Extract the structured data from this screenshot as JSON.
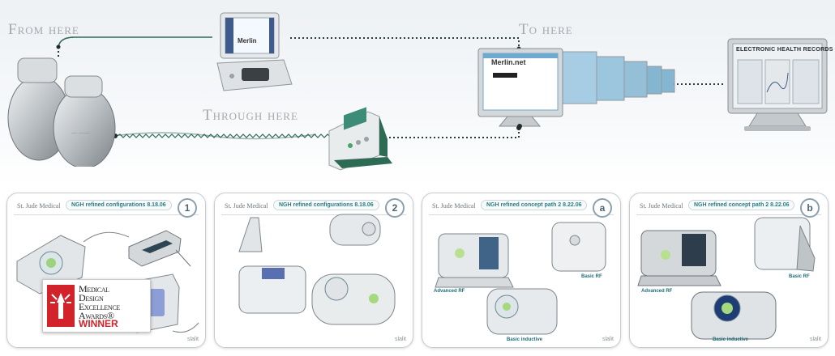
{
  "captions": {
    "from": "From here",
    "through": "Through here",
    "to": "To here"
  },
  "screens": {
    "programmer_brand": "Merlin",
    "monitor_brand": "Merlin.net",
    "ehr_title": "ELECTRONIC HEALTH RECORDS"
  },
  "panels": [
    {
      "brand": "St. Jude Medical",
      "title": "NGH refined configurations 8.18.06",
      "number": "1",
      "footer": "slalit",
      "labels": []
    },
    {
      "brand": "St. Jude Medical",
      "title": "NGH refined configurations 8.18.06",
      "number": "2",
      "footer": "slalit",
      "labels": []
    },
    {
      "brand": "St. Jude Medical",
      "title": "NGH refined concept path 2 8.22.06",
      "number": "a",
      "footer": "slalit",
      "labels": [
        "Advanced RF",
        "Basic RF",
        "Basic inductive"
      ]
    },
    {
      "brand": "St. Jude Medical",
      "title": "NGH refined concept path 2 8.22.06",
      "number": "b",
      "footer": "slalit",
      "labels": [
        "Advanced RF",
        "Basic RF",
        "Basic inductive"
      ]
    }
  ],
  "award": {
    "line1": "Medical",
    "line2": "Design",
    "line3": "Excellence",
    "line4": "Awards®",
    "winner": "WINNER"
  },
  "colors": {
    "caption": "#a3a9ae",
    "wire_green": "#2e6b55",
    "award_red": "#d2232a",
    "panel_accent": "#2b7c86"
  }
}
